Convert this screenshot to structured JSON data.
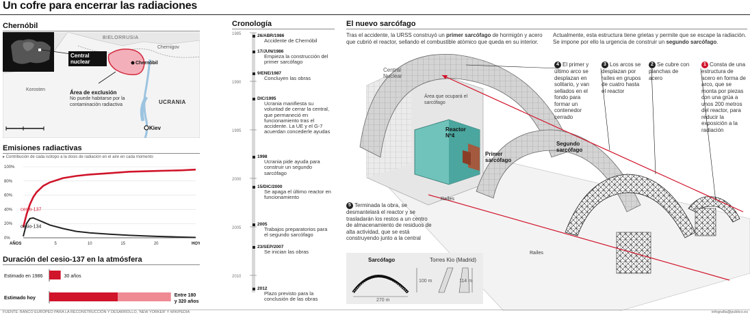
{
  "main_title": "Un cofre para encerrar las radiaciones",
  "map": {
    "title": "Chernóbil",
    "labels": {
      "bielorrusia": "BIELORRUSIA",
      "chernigov": "Chernigov",
      "central_nuclear": "Central nuclear",
      "chernobil": "Chernóbil",
      "korosten": "Korosten",
      "ucrania": "UCRANIA",
      "kiev": "Kiev",
      "exclusion_title": "Área de exclusión",
      "exclusion_desc": "No puede habitarse por la contaminación radiactiva"
    }
  },
  "emisiones": {
    "title": "Emisiones radiactivas",
    "subtitle": "Contribución de cada isótopo a la dosis de radiación en el aire en cada momento",
    "chart_data": {
      "type": "line",
      "title": "Emisiones radiactivas",
      "x_start_label": "AÑOS",
      "x_end_label": "HOY",
      "x_ticks": [
        "5",
        "10",
        "15",
        "20"
      ],
      "y_ticks": [
        "0%",
        "20%",
        "40%",
        "60%",
        "80%",
        "100%"
      ],
      "ylim": [
        0,
        100
      ],
      "xlim": [
        0,
        26
      ],
      "series": [
        {
          "name": "cesio-137",
          "color": "#d0142a",
          "x": [
            0,
            0.5,
            1,
            1.5,
            2,
            3,
            4,
            6,
            8,
            10,
            13,
            16,
            20,
            24,
            26
          ],
          "y": [
            15,
            33,
            47,
            57,
            64,
            73,
            78,
            84,
            87,
            89,
            91,
            93,
            94,
            95,
            96
          ]
        },
        {
          "name": "cesio-134",
          "color": "#222222",
          "x": [
            0,
            0.5,
            1,
            1.5,
            2,
            3,
            4,
            6,
            8,
            10,
            13,
            16,
            20,
            24,
            26
          ],
          "y": [
            2,
            20,
            27,
            28,
            26,
            22,
            18,
            13,
            9,
            7,
            5,
            3.5,
            2,
            1,
            0.5
          ]
        }
      ]
    }
  },
  "duracion": {
    "title": "Duración del cesio-137 en la atmósfera",
    "chart_data": {
      "type": "bar",
      "categories": [
        "Estimado en 1986",
        "Estimado hoy"
      ],
      "values": [
        30,
        180
      ],
      "range_max": [
        30,
        320
      ],
      "labels": [
        "30 años",
        "Entre 180 y 320 años"
      ]
    }
  },
  "cronologia": {
    "title": "Cronología",
    "axis_years": [
      "1985",
      "1990",
      "1995",
      "2000",
      "2005",
      "2010"
    ],
    "events": [
      {
        "date": "26/ABR/1986",
        "text": "Accidente de Chernóbil"
      },
      {
        "date": "17/JUN/1986",
        "text": "Empieza la construcción del primer sarcófago"
      },
      {
        "date": "9/ENE/1987",
        "text": "Concluyen las obras"
      },
      {
        "date": "DIC/1995",
        "text": "Ucrania manifiesta su voluntad de cerrar la central, que permaneció en funcionamiento tras el accidente. La UE y el G-7 acuerdan concederle ayudas"
      },
      {
        "date": "1998",
        "text": "Ucrania pide ayuda para construir un segundo sarcófago"
      },
      {
        "date": "15/DIC/2000",
        "text": "Se apaga el último reactor en funcionamiento"
      },
      {
        "date": "2005",
        "text": "Trabajos preparatorios para el segundo sarcófago"
      },
      {
        "date": "23/SEP/2007",
        "text": "Se inician las obras"
      },
      {
        "date": "2012",
        "text": "Plazo previsto para la conclusión de las obras"
      }
    ]
  },
  "sarcofago": {
    "title": "El nuevo sarcófago",
    "intro1_a": "Tras el accidente, la URSS construyó un ",
    "intro1_b": "primer sarcófago",
    "intro1_c": " de hormigón y acero que cubrió el reactor, sellando el combustible atómico que queda en su interior.",
    "intro2_a": "Actualmente, esta estructura tiene grietas y permite que se escape la radiación. Se impone por ello la urgencia de construir un ",
    "intro2_b": "segundo sarcófago",
    "intro2_c": ".",
    "labels": {
      "central": "Central Nuclear",
      "area": "Área que ocupará el sarcófago",
      "reactor": "Reactor Nº4",
      "primer": "Primer sarcófago",
      "segundo": "Segundo sarcófago",
      "railes1": "Raíles",
      "railes2": "Raíles"
    },
    "steps": [
      {
        "n": "1",
        "text": "Consta de una estructura de acero en forma de arco, que se monta por piezas con una grúa a unos 200 metros del reactor, para reducir la exposición a la radiación"
      },
      {
        "n": "2",
        "text": "Se cubre con planchas de acero"
      },
      {
        "n": "3",
        "text": "Los arcos se desplazan por raíles en grupos de cuatro hasta el reactor"
      },
      {
        "n": "4",
        "text": "El primer y último arco se desplazan en solitario, y van sellados en el fondo para formar un contenedor cerrado"
      },
      {
        "n": "5",
        "text": "Terminada la obra, se desmantelará el reactor y se trasladarán los restos a un centro de almacenamiento de residuos de alta actividad, que se está construyendo junto a la central"
      }
    ],
    "compare": {
      "sarcofago_label": "Sarcófago",
      "torres_label": "Torres Kio (Madrid)",
      "height1": "100 m",
      "width1": "270 m",
      "height2": "114 m"
    }
  },
  "footer": {
    "source": "FUENTE: BANCO EUROPEO PARA LA RECONSTRUCCIÓN Y DESARROLLO, 'NEW YORKER' Y WIKIPEDIA",
    "credit": "infografia@publico.es"
  }
}
